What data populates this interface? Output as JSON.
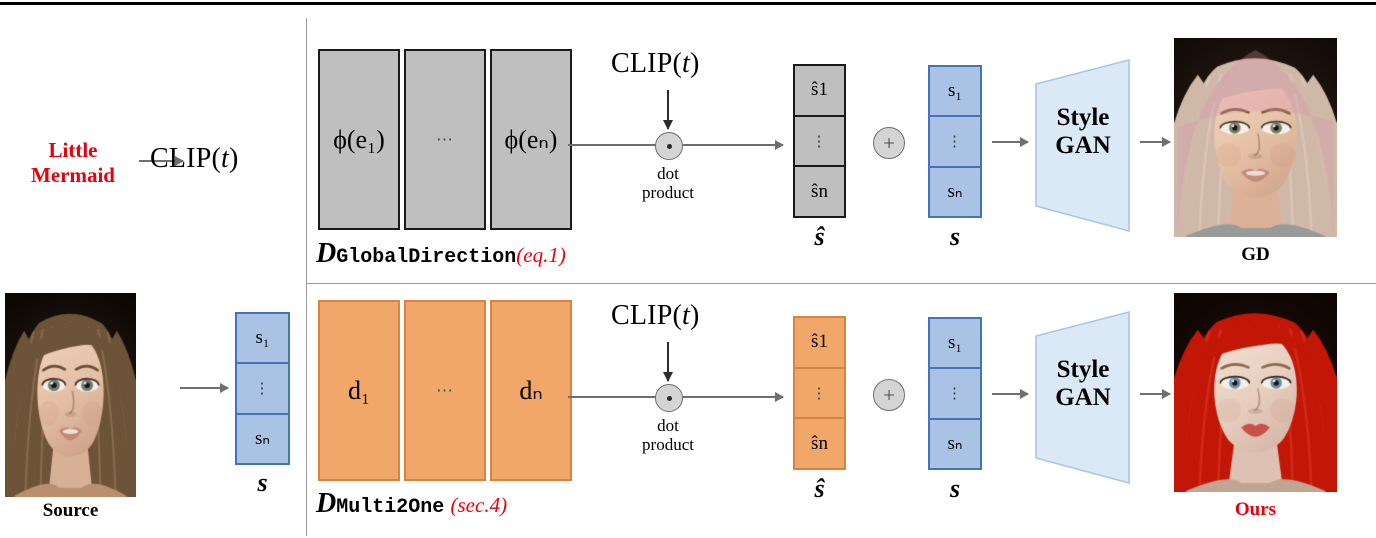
{
  "figure": {
    "prompt_text_line1": "Little",
    "prompt_text_line2": "Mermaid",
    "clip_label": "CLIP(",
    "clip_label_var": "t",
    "clip_label_close": ")",
    "accent_red": "#e8000b",
    "gray_fill": "#bfbfbf",
    "orange_fill": "#f2a76a",
    "blue_fill": "#aac3e4",
    "stylegan_fill": "#dbe9f7"
  },
  "source": {
    "caption": "Source",
    "style_label": "s",
    "cells": [
      "s₁",
      "⋮",
      "sₙ"
    ]
  },
  "top_row": {
    "blocks": [
      "ϕ(e₁)",
      "⋯",
      "ϕ(eₙ)"
    ],
    "net_name_D": "D",
    "net_name_sub": "GlobalDirection",
    "net_name_ref": "(eq.1)",
    "dot_label_line1": "dot",
    "dot_label_line2": "product",
    "shat_cells": [
      "ŝ1",
      "⋮",
      "ŝn"
    ],
    "shat_label": "ŝ",
    "s_cells": [
      "s₁",
      "⋮",
      "sₙ"
    ],
    "s_label": "s",
    "plus_symbol": "+",
    "gan_line1": "Style",
    "gan_line2": "GAN",
    "output_caption": "GD"
  },
  "bottom_row": {
    "blocks": [
      "d₁",
      "⋯",
      "dₙ"
    ],
    "net_name_D": "D",
    "net_name_sub": "Multi2One",
    "net_name_ref": "(sec.4)",
    "dot_label_line1": "dot",
    "dot_label_line2": "product",
    "shat_cells": [
      "ŝ1",
      "⋮",
      "ŝn"
    ],
    "shat_label": "ŝ",
    "s_cells": [
      "s₁",
      "⋮",
      "sₙ"
    ],
    "s_label": "s",
    "plus_symbol": "+",
    "gan_line1": "Style",
    "gan_line2": "GAN",
    "output_caption": "Ours"
  }
}
